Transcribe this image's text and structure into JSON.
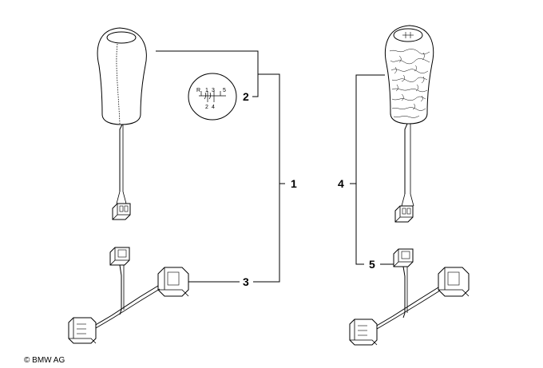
{
  "callouts": [
    "1",
    "2",
    "3",
    "4",
    "5"
  ],
  "shift_pattern": [
    "R",
    "1",
    "3",
    "5",
    "2",
    "4"
  ],
  "copyright": "© BMW AG",
  "colors": {
    "line": "#000000",
    "background": "#ffffff"
  }
}
